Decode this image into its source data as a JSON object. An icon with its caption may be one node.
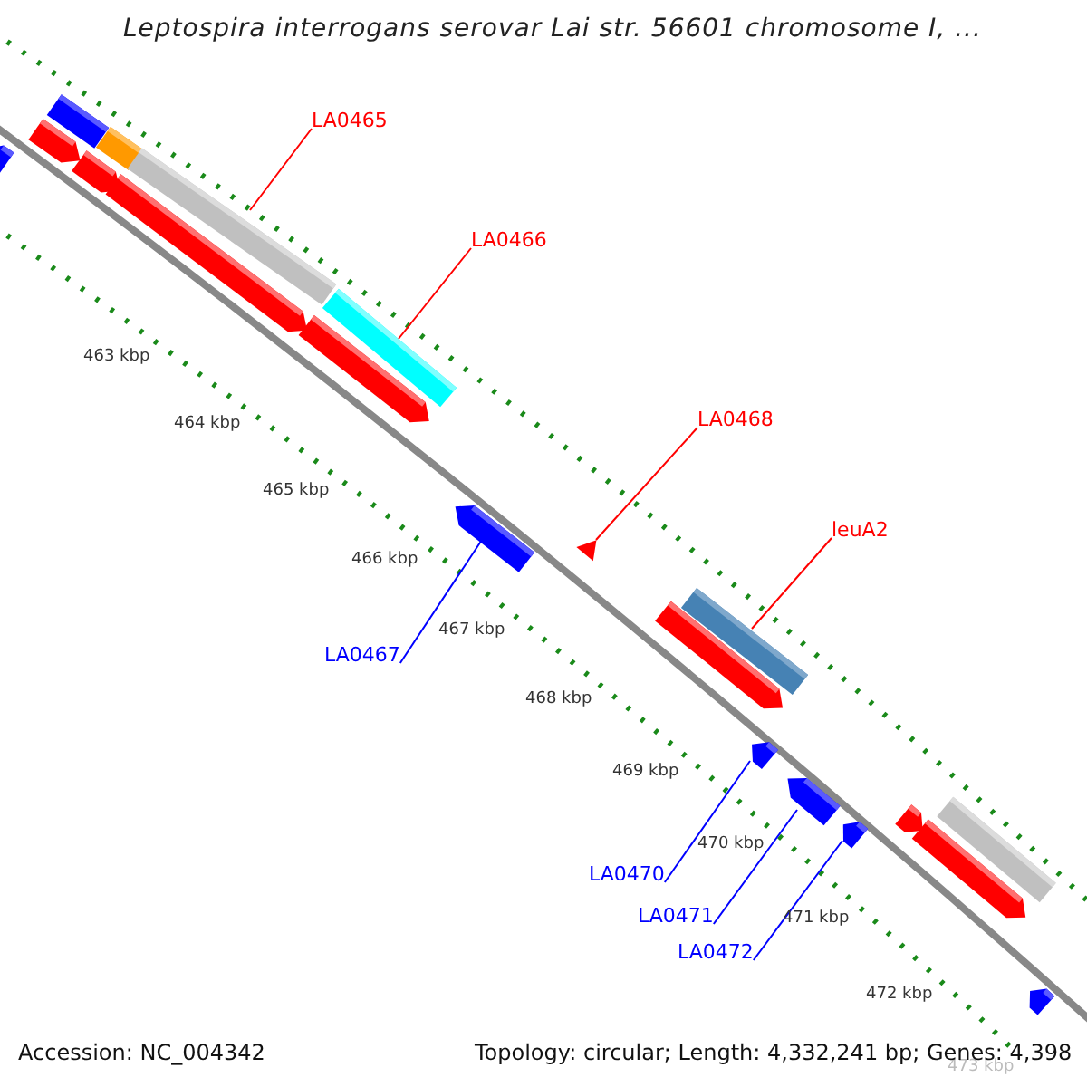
{
  "diagram": {
    "title": "Leptospira interrogans serovar Lai str. 56601 chromosome I, ...",
    "nodes": [
      {
        "text": [],
        "shape": "bar"
      },
      {
        "text": [],
        "shape": "bar"
      },
      {
        "text": [],
        "shape": "arrow"
      },
      {
        "text": [],
        "shape": "arrow"
      },
      {
        "text": [],
        "shape": "arrow"
      },
      {
        "text": [
          "LA0465"
        ]
      },
      {
        "text": [],
        "shape": "bar"
      },
      {
        "text": [],
        "shape": "arrow"
      },
      {
        "text": [
          "LA0466"
        ]
      },
      {
        "text": [],
        "shape": "bar"
      },
      {
        "text": [],
        "shape": "arrow"
      },
      {
        "text": [
          "LA0468"
        ]
      },
      {
        "text": [],
        "shape": "triangle"
      },
      {
        "text": [
          "leuA2"
        ]
      },
      {
        "text": [],
        "shape": "bar"
      },
      {
        "text": [],
        "shape": "arrow"
      },
      {
        "text": [
          "LA0467"
        ]
      },
      {
        "text": [],
        "shape": "arrow"
      },
      {
        "text": [
          "LA0470"
        ]
      },
      {
        "text": [],
        "shape": "arrow"
      },
      {
        "text": [
          "LA0471"
        ]
      },
      {
        "text": [],
        "shape": "arrow"
      },
      {
        "text": [
          "LA0472"
        ]
      },
      {
        "text": [],
        "shape": "arrow"
      },
      {
        "text": [],
        "shape": "arrow"
      },
      {
        "text": [],
        "shape": "bar"
      },
      {
        "text": [],
        "shape": "arrow"
      },
      {
        "text": [],
        "shape": "arrow"
      }
    ],
    "edges": [
      {
        "from": 5,
        "to": 6,
        "arrow": "none"
      },
      {
        "from": 8,
        "to": 9,
        "arrow": "none"
      },
      {
        "from": 11,
        "to": 12,
        "arrow": "none"
      },
      {
        "from": 13,
        "to": 14,
        "arrow": "none"
      },
      {
        "from": 16,
        "to": 17,
        "arrow": "none",
        "color": "#0000ff"
      },
      {
        "from": 18,
        "to": 19,
        "arrow": "none",
        "color": "#0000ff"
      },
      {
        "from": 20,
        "to": 21,
        "arrow": "none",
        "color": "#0000ff"
      },
      {
        "from": 22,
        "to": 23,
        "arrow": "none",
        "color": "#0000ff"
      }
    ],
    "labels": [
      "463 kbp",
      "464 kbp",
      "465 kbp",
      "466 kbp",
      "467 kbp",
      "468 kbp",
      "469 kbp",
      "470 kbp",
      "471 kbp",
      "472 kbp",
      "473 kbp",
      "Accession: NC_004342",
      "Topology: circular; Length: 4,332,241 bp; Genes: 4,398"
    ]
  }
}
